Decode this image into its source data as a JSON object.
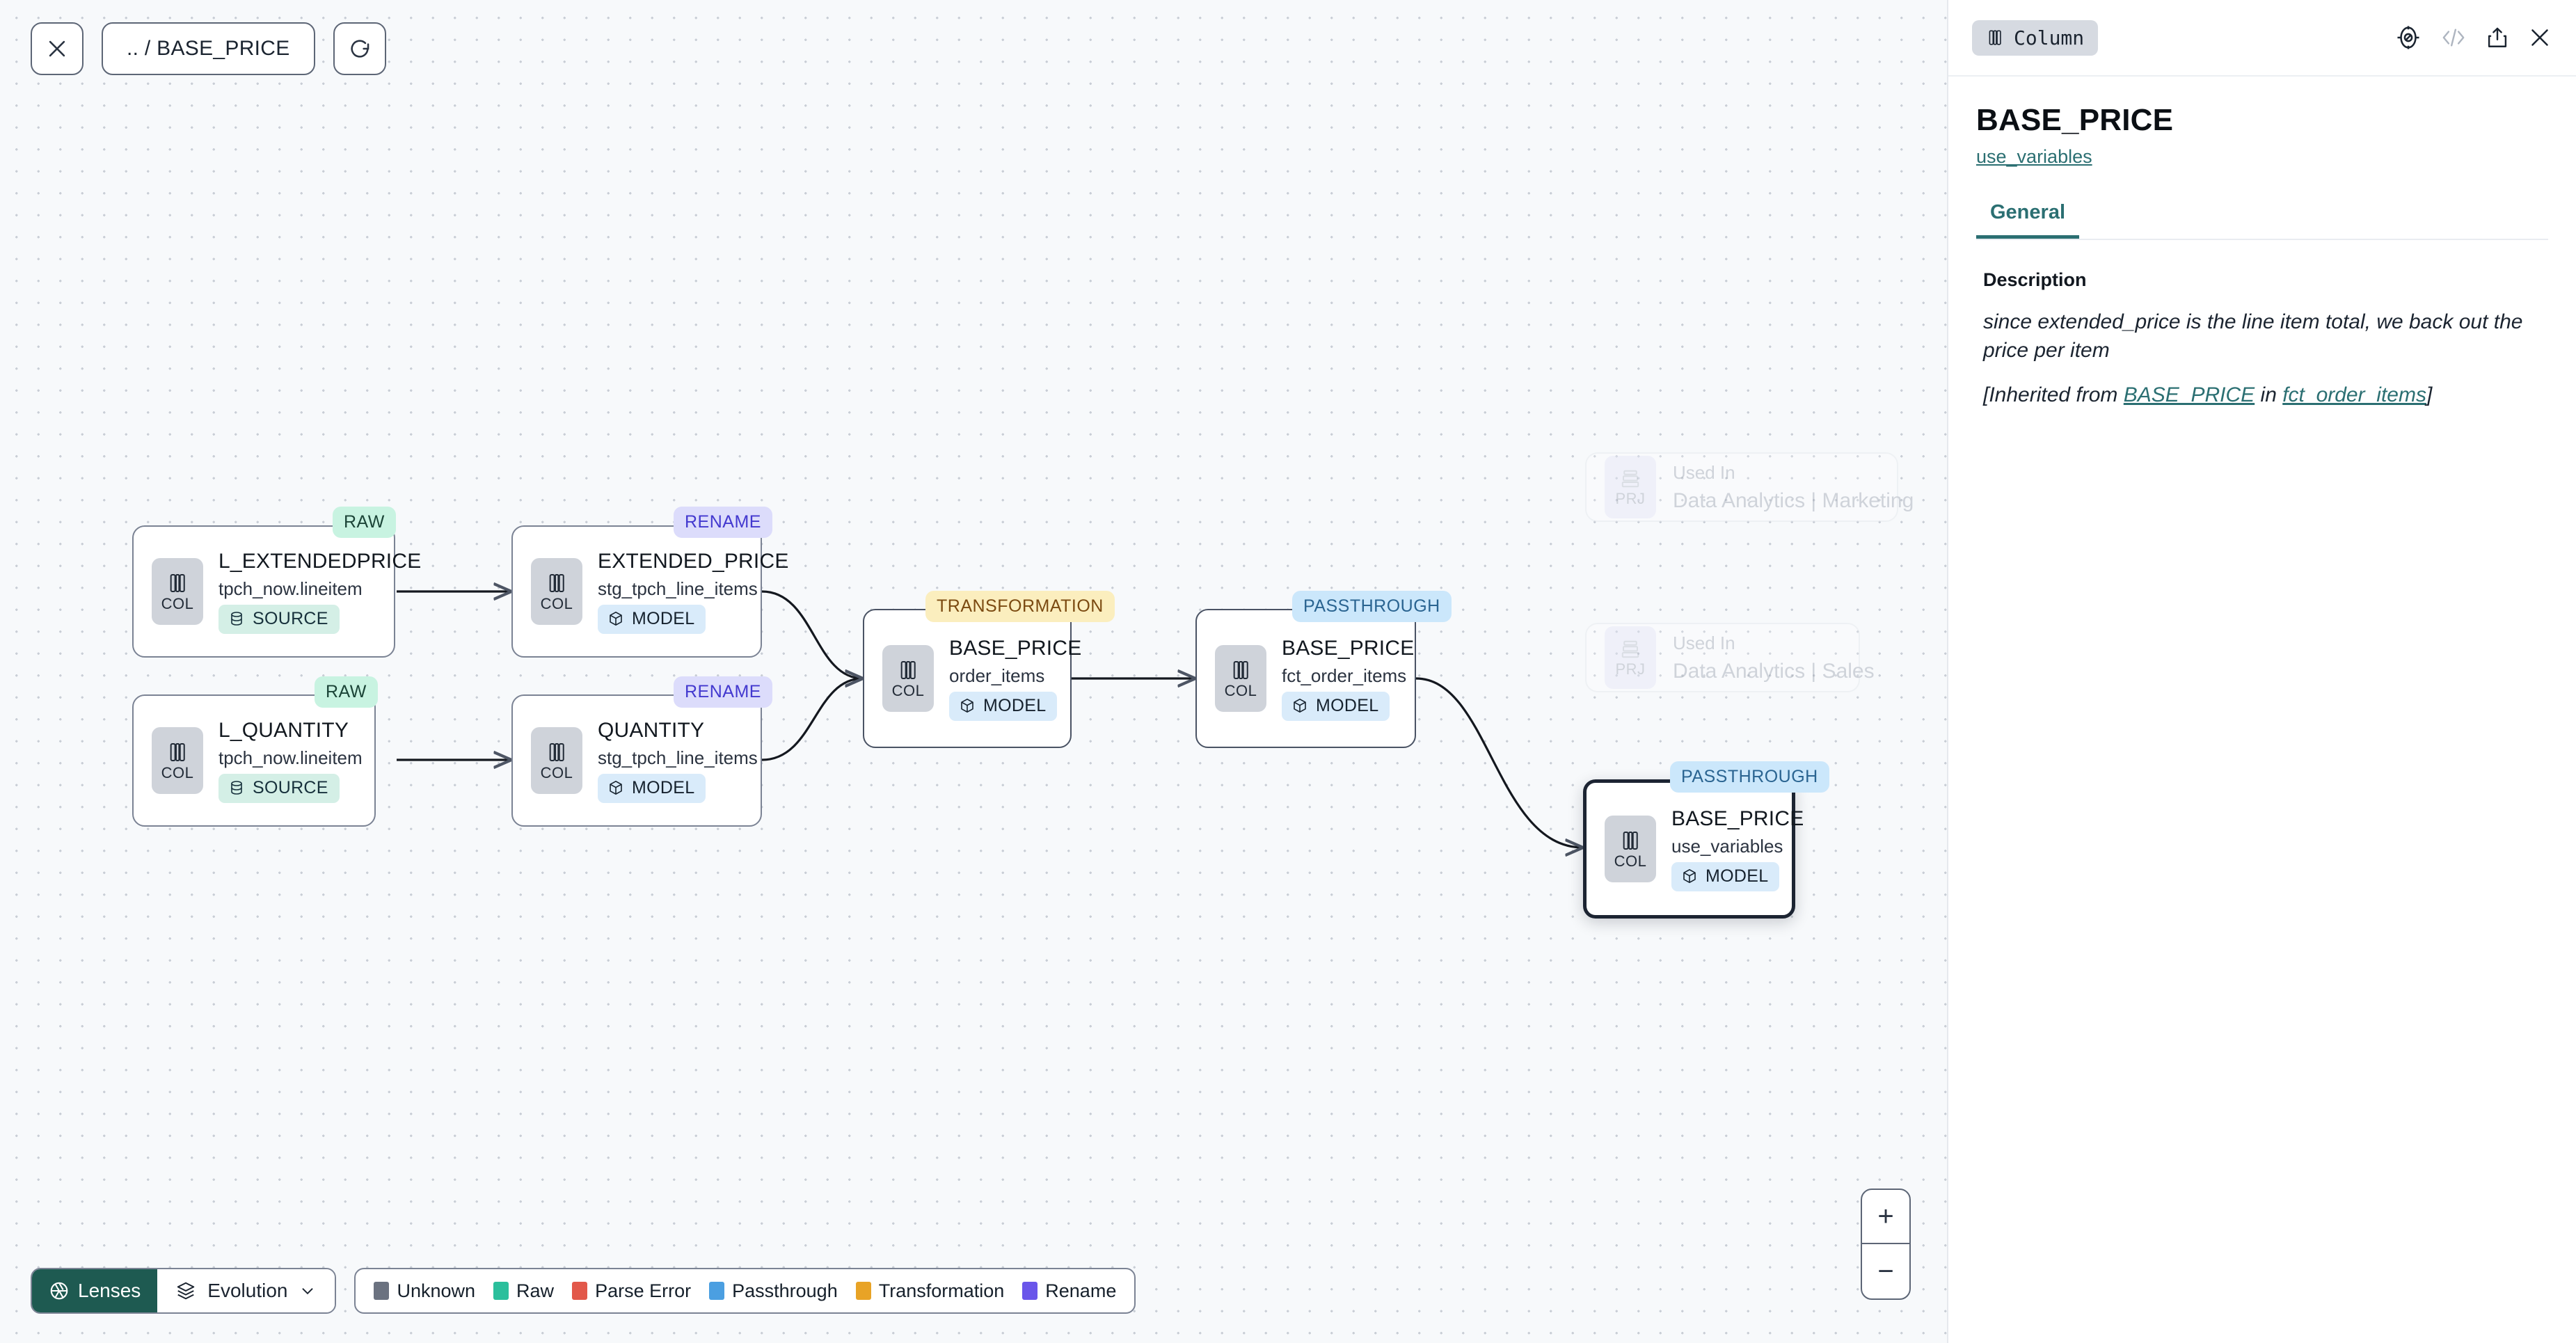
{
  "toolbar": {
    "close_label": "×",
    "breadcrumb": ".. / BASE_PRICE",
    "refresh_label": "↻"
  },
  "canvas": {
    "nodes": [
      {
        "title": "L_EXTENDEDPRICE",
        "subtitle": "tpch_now.lineitem",
        "kind": "COL",
        "pill": "SOURCE",
        "badge": "RAW"
      },
      {
        "title": "EXTENDED_PRICE",
        "subtitle": "stg_tpch_line_items",
        "kind": "COL",
        "pill": "MODEL",
        "badge": "RENAME"
      },
      {
        "title": "L_QUANTITY",
        "subtitle": "tpch_now.lineitem",
        "kind": "COL",
        "pill": "SOURCE",
        "badge": "RAW"
      },
      {
        "title": "QUANTITY",
        "subtitle": "stg_tpch_line_items",
        "kind": "COL",
        "pill": "MODEL",
        "badge": "RENAME"
      },
      {
        "title": "BASE_PRICE",
        "subtitle": "order_items",
        "kind": "COL",
        "pill": "MODEL",
        "badge": "TRANSFORMATION"
      },
      {
        "title": "BASE_PRICE",
        "subtitle": "fct_order_items",
        "kind": "COL",
        "pill": "MODEL",
        "badge": "PASSTHROUGH"
      },
      {
        "title": "BASE_PRICE",
        "subtitle": "use_variables",
        "kind": "COL",
        "pill": "MODEL",
        "badge": "PASSTHROUGH"
      }
    ],
    "ghost_nodes": [
      {
        "kind": "PRJ",
        "top": "Used In",
        "main": "Data Analytics | Marketing"
      },
      {
        "kind": "PRJ",
        "top": "Used In",
        "main": "Data Analytics | Sales"
      }
    ]
  },
  "bottom": {
    "lenses_label": "Lenses",
    "evolution_label": "Evolution",
    "legend": [
      {
        "label": "Unknown",
        "color": "#6b7280"
      },
      {
        "label": "Raw",
        "color": "#2bbf9c"
      },
      {
        "label": "Parse Error",
        "color": "#e2584a"
      },
      {
        "label": "Passthrough",
        "color": "#4b9fe1"
      },
      {
        "label": "Transformation",
        "color": "#e8a326"
      },
      {
        "label": "Rename",
        "color": "#6a56ea"
      }
    ],
    "zoom_in": "+",
    "zoom_out": "−"
  },
  "panel": {
    "chip_label": "Column",
    "title": "BASE_PRICE",
    "link": "use_variables",
    "tab": "General",
    "description_label": "Description",
    "description_text": "since extended_price is the line item total, we back out the price per item",
    "inherit_prefix": "[Inherited from ",
    "inherit_link1": "BASE_PRICE",
    "inherit_mid": " in ",
    "inherit_link2": "fct_order_items",
    "inherit_suffix": "]"
  },
  "colors": {
    "accent_teal": "#2b6f72",
    "lenses_bg": "#1e5a51"
  }
}
